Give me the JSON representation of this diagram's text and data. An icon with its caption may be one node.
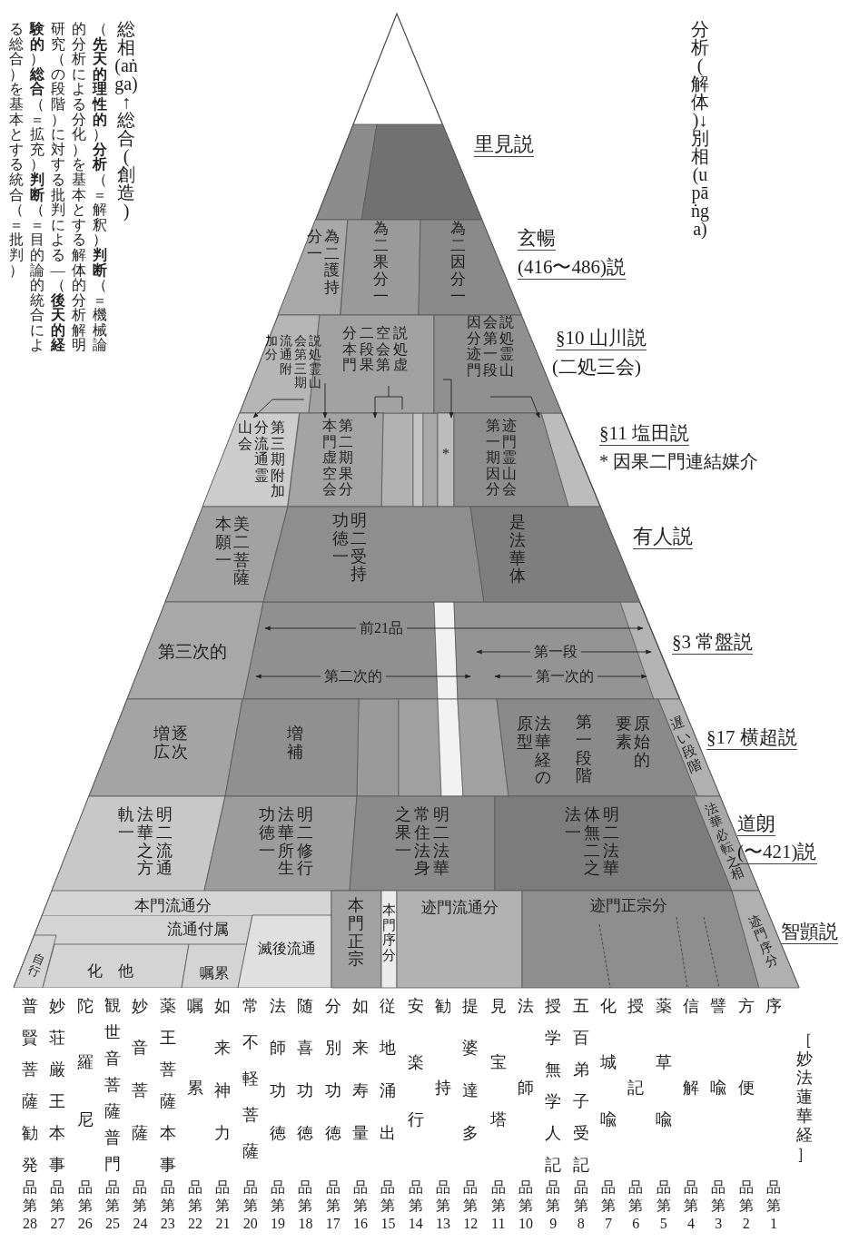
{
  "diagram": {
    "nodes": [
      {
        "text": [],
        "shape": "box"
      },
      {
        "text": [],
        "shape": "box"
      },
      {
        "text": [
          "為二護持分一"
        ]
      },
      {
        "text": [
          "為二果分一"
        ]
      },
      {
        "text": [
          "為二因分一"
        ]
      },
      {
        "text": [
          "説処霊山会第三期流通附加分"
        ]
      },
      {
        "text": [
          "説処虚空会第二段果分本門"
        ]
      },
      {
        "text": [
          "説処霊山会第一段因分迹門"
        ]
      },
      {
        "text": [
          "第三期附加分流通霊山会"
        ]
      },
      {
        "text": [
          "第二期果分本門虚空会"
        ]
      },
      {
        "text": [
          "*"
        ]
      },
      {
        "text": [
          "迹門霊山会第一期因分"
        ]
      },
      {
        "text": [
          "美二菩薩本願一"
        ]
      },
      {
        "text": [
          "明二受持功徳一"
        ]
      },
      {
        "text": [
          "是法華体"
        ]
      },
      {
        "text": [
          "第三次的"
        ]
      },
      {
        "text": [
          "逐次増広"
        ]
      },
      {
        "text": [
          "増補"
        ]
      },
      {
        "text": [
          "法華経の原型",
          "第一段階",
          "原始的要素"
        ]
      },
      {
        "text": [
          "遅い段階"
        ]
      },
      {
        "text": [
          "明二流通法華之方軌一"
        ]
      },
      {
        "text": [
          "明二修行法華所生功徳一"
        ]
      },
      {
        "text": [
          "明二法華常住法身之果一"
        ]
      },
      {
        "text": [
          "明二法華体無二之法一"
        ]
      },
      {
        "text": [
          "法華必転之相"
        ]
      },
      {
        "text": [
          "本門流通分"
        ]
      },
      {
        "text": [
          "流通付属"
        ],
        "in": 25
      },
      {
        "text": [
          "自行"
        ],
        "in": 26
      },
      {
        "text": [
          "化他"
        ],
        "in": 26
      },
      {
        "text": [
          "嘱累"
        ],
        "in": 26
      },
      {
        "text": [
          "滅後流通"
        ],
        "in": 25
      },
      {
        "text": [
          "本門正宗"
        ]
      },
      {
        "text": [
          "本門序分"
        ]
      },
      {
        "text": [
          "迹門流通分"
        ]
      },
      {
        "text": [
          "迹門正宗分"
        ]
      },
      {
        "text": [
          "迹門序分"
        ]
      }
    ],
    "edges": [
      {
        "from": 5,
        "to": 8,
        "arrow": "to"
      },
      {
        "from": 6,
        "to": 9,
        "arrow": "to"
      },
      {
        "from": 6,
        "to": 9,
        "arrow": "to"
      },
      {
        "from": 7,
        "to": 10,
        "arrow": "to"
      },
      {
        "from": 7,
        "to": 11,
        "arrow": "to"
      }
    ],
    "labels": [
      "総相(aṅga)↑総合(創造)",
      "（**先天的理性的**）**分析**（＝解釈）**判断**（＝機械論的分析による分化）を基本とする解体的分析解明研究（の段階）に対する批判による―（**後天的経験的**）**総合**（＝拡充）**判断**（＝目的論的統合による総合）を基本とする統合（＝批判）",
      "分析(解体)↓別相(upāṅga)",
      "里見説",
      "玄暢",
      "(416〜486)説",
      "§10 山川説",
      "(二処三会)",
      "§11 塩田説",
      "* 因果二門連結媒介",
      "有人説",
      "前21品",
      "第一段",
      "第二次的",
      "第一次的",
      "§3 常盤説",
      "§17 横超説",
      "道朗",
      "(〜421)説",
      "智顗説",
      "［妙法蓮華経］",
      "序",
      "品第1",
      "方便",
      "品第2",
      "譬喩",
      "品第3",
      "信解",
      "品第4",
      "薬草喩",
      "品第5",
      "授記",
      "品第6",
      "化城喩",
      "品第7",
      "五百弟子受記",
      "品第8",
      "授学無学人記",
      "品第9",
      "法師",
      "品第10",
      "見宝塔",
      "品第11",
      "提婆達多",
      "品第12",
      "勧持",
      "品第13",
      "安楽行",
      "品第14",
      "従地涌出",
      "品第15",
      "如来寿量",
      "品第16",
      "分別功徳",
      "品第17",
      "随喜功徳",
      "品第18",
      "法師功徳",
      "品第19",
      "常不軽菩薩",
      "品第20",
      "如来神力",
      "品第21",
      "嘱累",
      "品第22",
      "薬王菩薩本事",
      "品第23",
      "妙音菩薩",
      "品第24",
      "観世音菩薩普門",
      "品第25",
      "陀羅尼",
      "品第26",
      "妙荘厳王本事",
      "品第27",
      "普賢菩薩勧発",
      "品第28"
    ]
  }
}
